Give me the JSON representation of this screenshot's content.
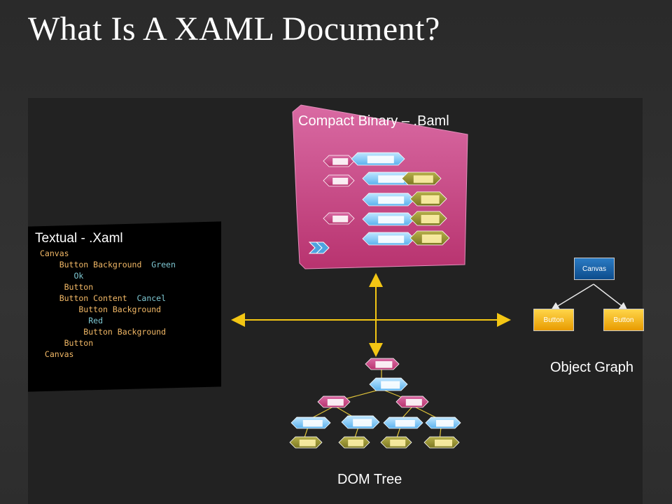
{
  "slide": {
    "title": "What Is A XAML Document?"
  },
  "labels": {
    "baml": "Compact Binary – .Baml",
    "xaml": "Textual - .Xaml",
    "dom": "DOM Tree",
    "object_graph": "Object Graph"
  },
  "code_lines": [
    [
      {
        "t": "Canvas",
        "c": "kw"
      }
    ],
    [
      {
        "t": "    Button ",
        "c": "kw"
      },
      {
        "t": "Background ",
        "c": "at"
      },
      {
        "t": " Green",
        "c": "vl"
      }
    ],
    [
      {
        "t": "       Ok",
        "c": "vl"
      }
    ],
    [
      {
        "t": "     Button",
        "c": "kw"
      }
    ],
    [
      {
        "t": "    Button ",
        "c": "kw"
      },
      {
        "t": "Content ",
        "c": "at"
      },
      {
        "t": " Cancel",
        "c": "vl"
      }
    ],
    [
      {
        "t": "        Button ",
        "c": "kw"
      },
      {
        "t": "Background",
        "c": "at"
      }
    ],
    [
      {
        "t": "          Red",
        "c": "vl"
      }
    ],
    [
      {
        "t": "         Button ",
        "c": "kw"
      },
      {
        "t": "Background",
        "c": "at"
      }
    ],
    [
      {
        "t": "     Button",
        "c": "kw"
      }
    ],
    [
      {
        "t": " Canvas",
        "c": "kw"
      }
    ]
  ],
  "object_graph": {
    "root": "Canvas",
    "children": [
      "Button",
      "Button"
    ]
  }
}
